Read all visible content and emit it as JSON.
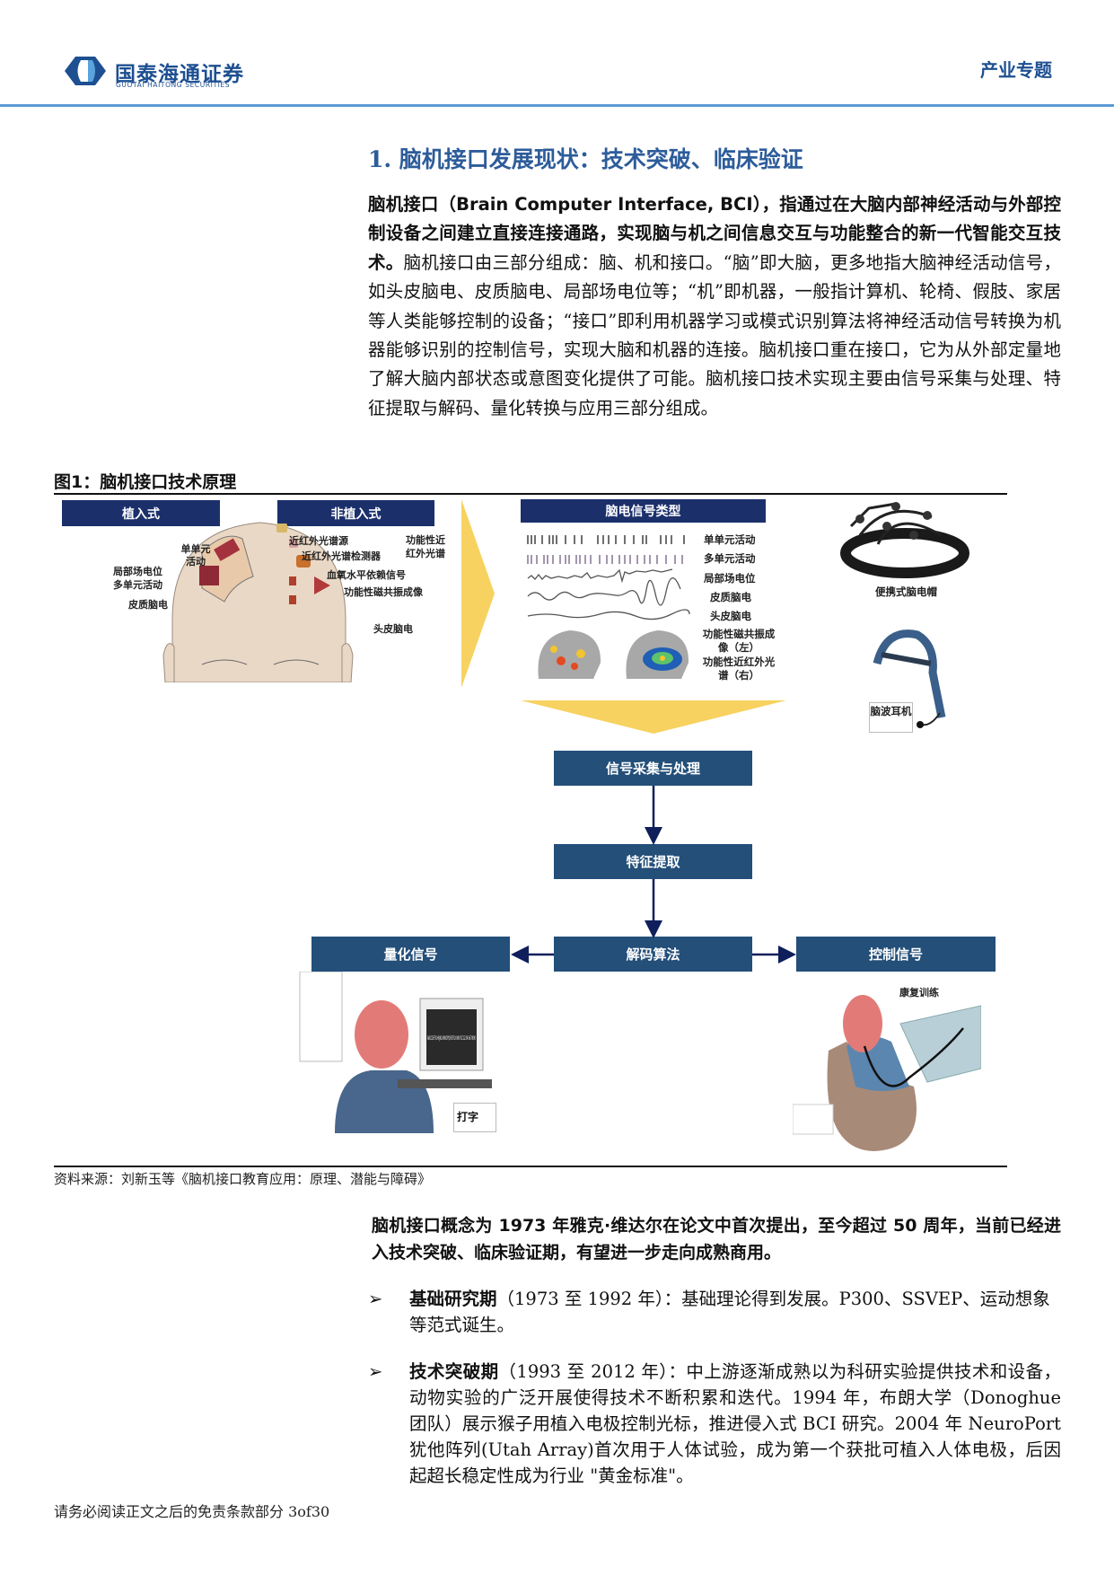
{
  "header": {
    "logo_cn": "国泰海通证券",
    "logo_en": "GUOTAI HAITONG SECURITIES",
    "category": "产业专题"
  },
  "section": {
    "title": "1. 脑机接口发展现状：技术突破、临床验证",
    "intro_bold": "脑机接口（Brain Computer Interface, BCI），指通过在大脑内部神经活动与外部控制设备之间建立直接连接通路，实现脑与机之间信息交互与功能整合的新一代智能交互技术。",
    "intro_rest": "脑机接口由三部分组成：脑、机和接口。“脑”即大脑，更多地指大脑神经活动信号，如头皮脑电、皮质脑电、局部场电位等；“机”即机器，一般指计算机、轮椅、假肢、家居等人类能够控制的设备；“接口”即利用机器学习或模式识别算法将神经活动信号转换为机器能够识别的控制信号，实现大脑和机器的连接。脑机接口重在接口，它为从外部定量地了解大脑内部状态或意图变化提供了可能。脑机接口技术实现主要由信号采集与处理、特征提取与解码、量化转换与应用三部分组成。"
  },
  "figure": {
    "title": "图1：脑机接口技术原理",
    "implanted": "植入式",
    "non_implanted": "非植入式",
    "head_labels": {
      "single_unit": "单单元活动",
      "lfp": "局部场电位",
      "multi_unit": "多单元活动",
      "ecog": "皮质脑电",
      "nirs_source": "近红外光谱源",
      "nirs_detector": "近红外光谱检测器",
      "fnirs": "功能性近红外光谱",
      "bold": "血氧水平依赖信号",
      "fmri": "功能性磁共振成像",
      "eeg": "头皮脑电"
    },
    "signal_types_title": "脑电信号类型",
    "signal_types": [
      "单单元活动",
      "多单元活动",
      "局部场电位",
      "皮质脑电",
      "头皮脑电"
    ],
    "imaging_label_left": "功能性磁共振成像（左）",
    "imaging_label_right": "功能性近红外光谱（右）",
    "device_cap": "便携式脑电帽",
    "device_headset": "脑波耳机",
    "flow": {
      "acquire": "信号采集与处理",
      "feature": "特征提取",
      "decode": "解码算法",
      "quantize": "量化信号",
      "control": "控制信号"
    },
    "app_typing": "打字",
    "app_rehab": "康复训练",
    "speller_keys": "ABCDEFGHIJKLMNOPQRSTUVWXYZ1234567890",
    "source": "资料来源：刘新玉等《脑机接口教育应用：原理、潜能与障碍》"
  },
  "summary_bold": "脑机接口概念为 1973 年雅克·维达尔在论文中首次提出，至今超过 50 周年，当前已经进入技术突破、临床验证期，有望进一步走向成熟商用。",
  "bullets": [
    {
      "head": "基础研究期",
      "text": "（1973 至 1992 年）：基础理论得到发展。P300、SSVEP、运动想象等范式诞生。"
    },
    {
      "head": "技术突破期",
      "text": "（1993 至 2012 年）：中上游逐渐成熟以为科研实验提供技术和设备，动物实验的广泛开展使得技术不断积累和迭代。1994 年，布朗大学（Donoghue 团队）展示猴子用植入电极控制光标，推进侵入式 BCI 研究。2004 年 NeuroPort 犹他阵列(Utah Array)首次用于人体试验，成为第一个获批可植入人体电极，后因起超长稳定性成为行业 \"黄金标准\"。"
    }
  ],
  "footer": "请务必阅读正文之后的免责条款部分 3of30",
  "colors": {
    "brand": "#1d4f91",
    "navy_box": "#1b2f6b",
    "flow_box": "#234f79",
    "arrow_yellow": "#f7d261",
    "header_rule": "#5b9bd5"
  }
}
